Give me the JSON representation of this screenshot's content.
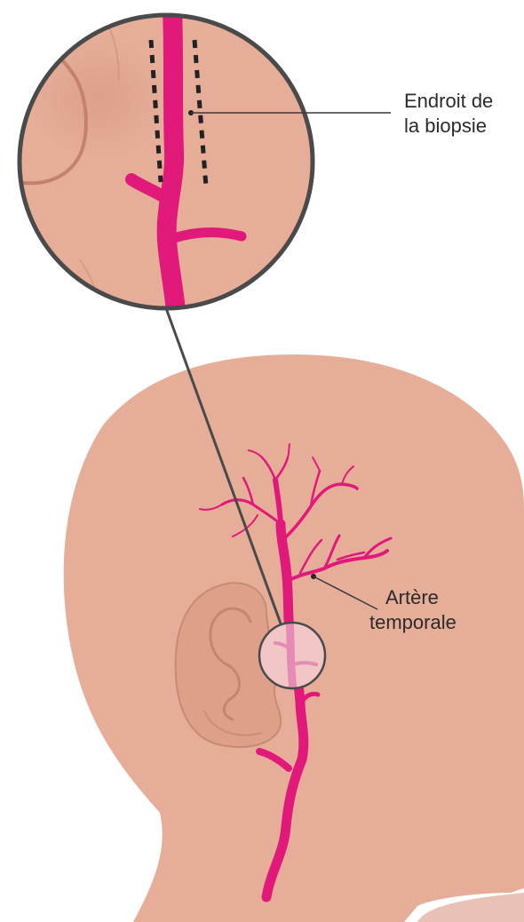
{
  "labels": {
    "biopsy_site_line1": "Endroit de",
    "biopsy_site_line2": "la biopsie",
    "temporal_artery_line1": "Artère",
    "temporal_artery_line2": "temporale"
  },
  "colors": {
    "skin": "#e6ae99",
    "skin_shadow": "#d9977f",
    "artery": "#e0197a",
    "ring": "#4a4a4a",
    "leader_line": "#3a3a3a",
    "dashes": "#222222",
    "text": "#2b2b2b"
  },
  "icons": {
    "magnifier": "zoom-circle",
    "head": "head-profile-illustration",
    "ear": "ear-illustration"
  }
}
